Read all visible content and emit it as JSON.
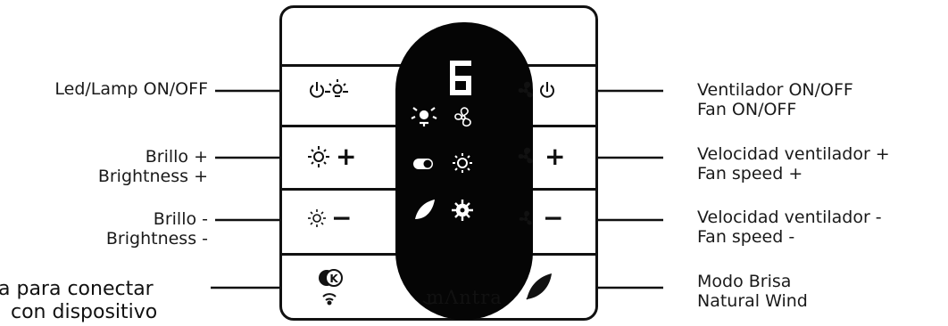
{
  "labels_left": [
    {
      "lines": [
        "Led/Lamp ON/OFF"
      ]
    },
    {
      "lines": [
        "Brillo +",
        "Brightness +"
      ]
    },
    {
      "lines": [
        "Brillo -",
        "Brightness -"
      ]
    },
    {
      "lines": [
        "a para conectar",
        "con dispositivo"
      ]
    }
  ],
  "labels_right": [
    {
      "lines": [
        "Ventilador ON/OFF",
        "Fan ON/OFF"
      ]
    },
    {
      "lines": [
        "Velocidad ventilador +",
        "Fan speed +"
      ]
    },
    {
      "lines": [
        "Velocidad ventilador -",
        "Fan speed -"
      ]
    },
    {
      "lines": [
        "Modo Brisa",
        "Natural Wind"
      ]
    }
  ],
  "display": {
    "digit": "6"
  },
  "buttons": {
    "plus": "+",
    "minus": "−"
  },
  "brand": {
    "text": "mΛntra"
  },
  "icons": {
    "power": "power-icon",
    "lamp": "lamp-icon",
    "fan": "fan-icon",
    "sun": "sun-icon",
    "leaf": "leaf-icon",
    "wifi": "wifi-icon",
    "k_toggle": "k-toggle-icon"
  }
}
